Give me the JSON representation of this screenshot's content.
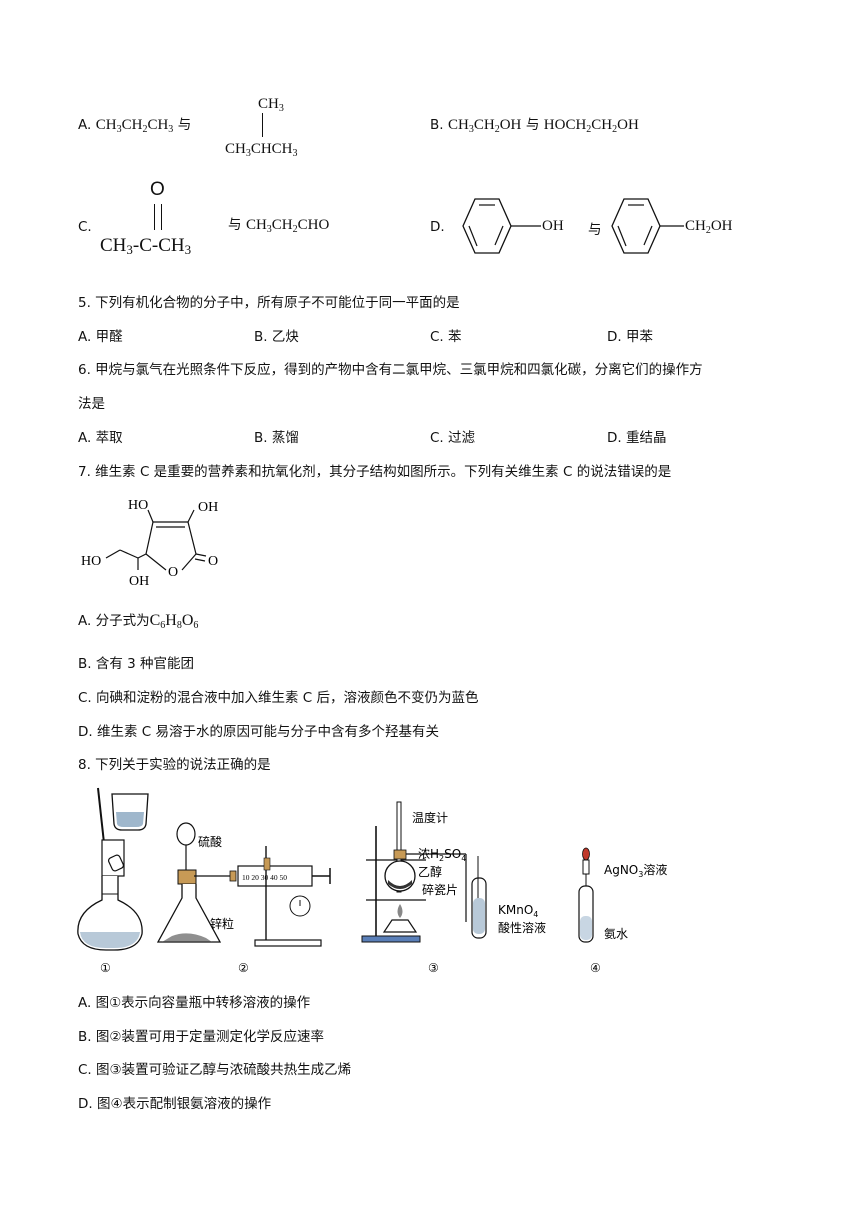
{
  "q4_options": {
    "A": {
      "letter": "A.",
      "left": "CH3CH2CH3",
      "connector": "与",
      "branch_top": "CH3",
      "branch_bottom": "CH3CHCH3"
    },
    "B": {
      "letter": "B.",
      "formula1": "CH3CH2OH",
      "connector": "与",
      "formula2": "HOCH2CH2OH"
    },
    "C": {
      "letter": "C.",
      "ketone_o": "O",
      "ketone_chain": "CH3-C-CH3",
      "connector": "与",
      "formula2": "CH3CH2CHO"
    },
    "D": {
      "letter": "D.",
      "group1": "OH",
      "connector": "与",
      "group2": "CH2OH"
    }
  },
  "q5": {
    "stem": "5. 下列有机化合物的分子中，所有原子不可能位于同一平面的是",
    "options": [
      "A. 甲醛",
      "B. 乙炔",
      "C. 苯",
      "D. 甲苯"
    ]
  },
  "q6": {
    "stem_line1": "6. 甲烷与氯气在光照条件下反应，得到的产物中含有二氯甲烷、三氯甲烷和四氯化碳，分离它们的操作方",
    "stem_line2": "法是",
    "options": [
      "A. 萃取",
      "B. 蒸馏",
      "C. 过滤",
      "D. 重结晶"
    ]
  },
  "q7": {
    "stem": "7. 维生素 C 是重要的营养素和抗氧化剂，其分子结构如图所示。下列有关维生素 C 的说法错误的是",
    "structure_labels": {
      "ho1": "HO",
      "oh1": "OH",
      "ho2": "HO",
      "oh2": "OH",
      "ring_o": "O",
      "carbonyl_o": "O"
    },
    "option_a_prefix": "A. 分子式为",
    "option_a_formula": "C6H8O6",
    "options": [
      "B. 含有 3 种官能团",
      "C. 向碘和淀粉的混合液中加入维生素 C 后，溶液颜色不变仍为蓝色",
      "D. 维生素 C 易溶于水的原因可能与分子中含有多个羟基有关"
    ]
  },
  "q8": {
    "stem": "8. 下列关于实验的说法正确的是",
    "fig_labels": {
      "sulfuric_acid": "硫酸",
      "zinc": "锌粒",
      "syringe_scale": "10 20 30 40 50",
      "thermometer": "温度计",
      "conc_h2so4": "浓H2SO4",
      "ethanol": "乙醇",
      "porcelain": "碎瓷片",
      "kmno4": "KMnO4",
      "acidic_solution": "酸性溶液",
      "agno3": "AgNO3溶液",
      "ammonia": "氨水",
      "n1": "①",
      "n2": "②",
      "n3": "③",
      "n4": "④"
    },
    "options": [
      "A. 图①表示向容量瓶中转移溶液的操作",
      "B. 图②装置可用于定量测定化学反应速率",
      "C. 图③装置可验证乙醇与浓硫酸共热生成乙烯",
      "D. 图④表示配制银氨溶液的操作"
    ]
  }
}
